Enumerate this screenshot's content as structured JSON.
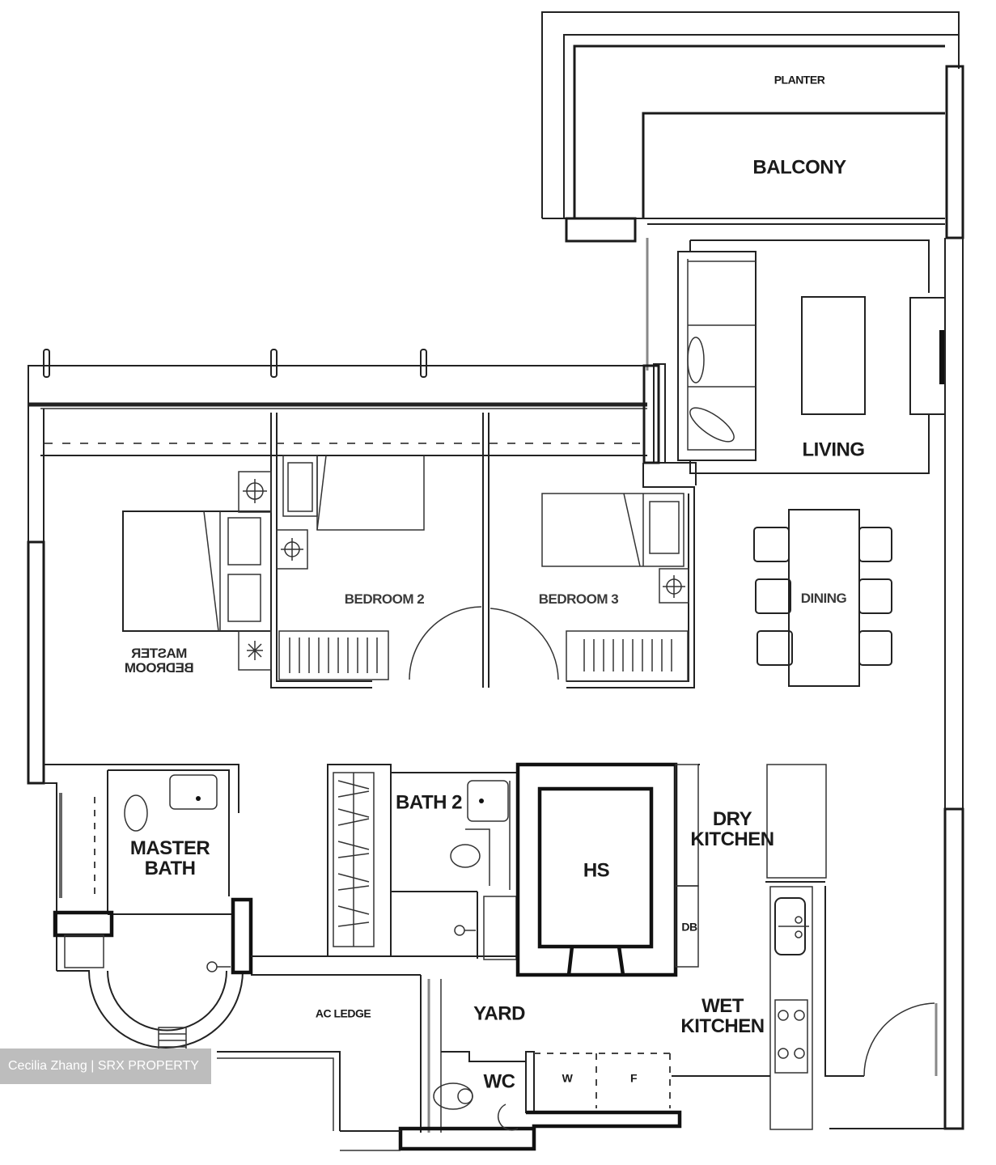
{
  "floor_plan": {
    "rooms": {
      "planter": "PLANTER",
      "balcony": "BALCONY",
      "living": "LIVING",
      "dining": "DINING",
      "bedroom_2": "BEDROOM 2",
      "bedroom_3": "BEDROOM 3",
      "master_bedroom": "MASTER BEDROOM",
      "master_bath": "MASTER BATH",
      "bath_2": "BATH 2",
      "hs": "HS",
      "dry_kitchen": "DRY KITCHEN",
      "wet_kitchen": "WET KITCHEN",
      "db": "DB",
      "ac_ledge": "AC LEDGE",
      "yard": "YARD",
      "wc": "WC",
      "washer": "W",
      "fridge": "F"
    },
    "master_bedroom_lines": [
      "MASTER",
      "BEDROOM"
    ],
    "master_bath_lines": [
      "MASTER",
      "BATH"
    ],
    "dry_kitchen_lines": [
      "DRY",
      "KITCHEN"
    ],
    "wet_kitchen_lines": [
      "WET",
      "KITCHEN"
    ]
  },
  "watermark": {
    "text": "Cecilia Zhang | SRX PROPERTY",
    "background": "#bdbdbd",
    "color": "#ffffff"
  }
}
